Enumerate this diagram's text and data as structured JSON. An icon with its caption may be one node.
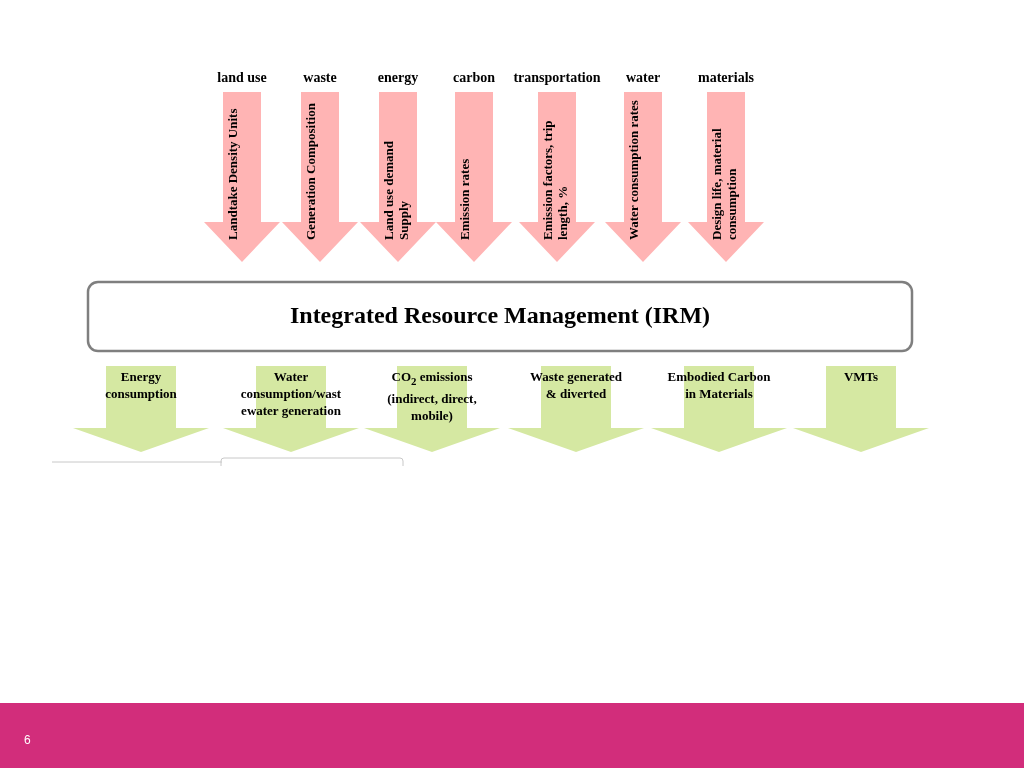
{
  "diagram": {
    "nodes": [
      {
        "text": [
          "land use",
          "Landtake Density Units"
        ]
      },
      {
        "text": [
          "waste",
          "Generation Composition"
        ]
      },
      {
        "text": [
          "energy",
          "Land use demand Supply"
        ]
      },
      {
        "text": [
          "carbon",
          "Emission rates"
        ]
      },
      {
        "text": [
          "transportation",
          "Emission factors, trip length, %"
        ]
      },
      {
        "text": [
          "water",
          "Water consumption rates"
        ]
      },
      {
        "text": [
          "materials",
          "Design life, material consumption"
        ]
      },
      {
        "text": [
          "Integrated Resource Management (IRM)"
        ]
      },
      {
        "text": [
          "Energy consumption"
        ]
      },
      {
        "text": [
          "Water consumption/wastewater generation"
        ]
      },
      {
        "text": [
          "CO$_{2}$ emissions (indirect, direct, mobile)"
        ]
      },
      {
        "text": [
          "Waste generated & diverted"
        ]
      },
      {
        "text": [
          "Embodied Carbon in Materials"
        ]
      },
      {
        "text": [
          "VMTs"
        ]
      }
    ],
    "labels": [
      "6"
    ]
  }
}
